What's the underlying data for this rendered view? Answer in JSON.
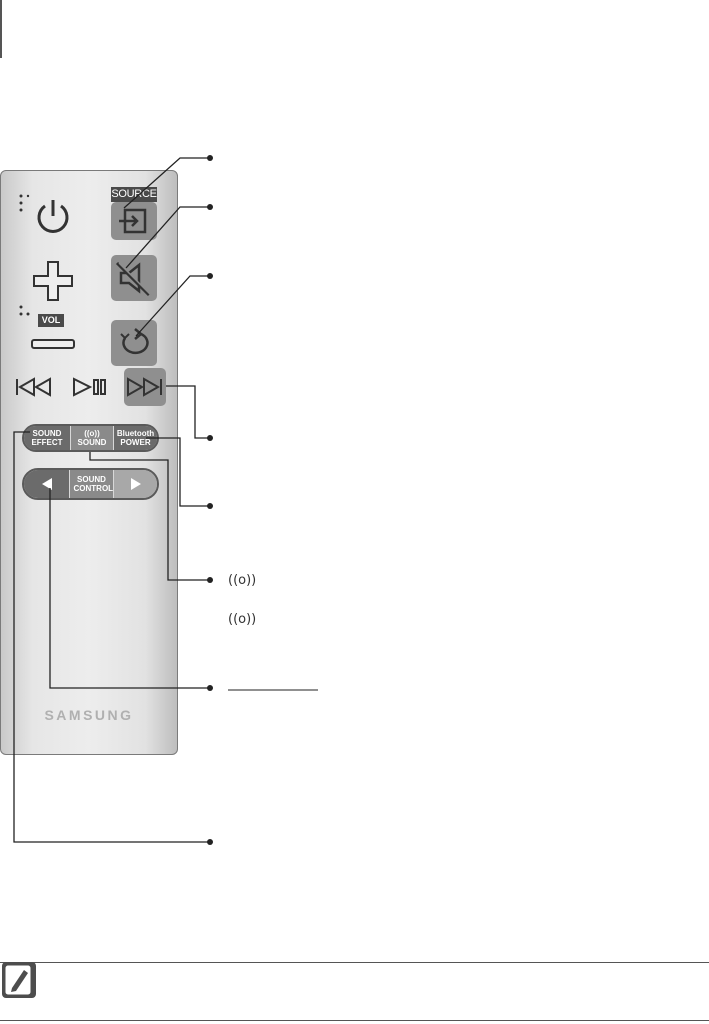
{
  "remote": {
    "source_label": "SOURCE",
    "vol_label": "VOL",
    "sound_effect_label": "SOUND EFFECT",
    "sound_label_icon": "((o))",
    "sound_label": "SOUND",
    "bluetooth_label": "Bluetooth",
    "power_label": "POWER",
    "sound_control_label": "SOUND CONTROL",
    "brand": "SAMSUNG"
  },
  "callouts": {
    "surround_symbol_1": "((o))",
    "surround_symbol_2": "((o))"
  },
  "icons": [
    "power-icon",
    "source-icon",
    "mute-icon",
    "repeat-icon",
    "volume-up-icon",
    "volume-down-icon",
    "skip-back-icon",
    "play-pause-icon",
    "skip-forward-icon",
    "left-arrow-icon",
    "right-arrow-icon",
    "note-pencil-icon"
  ]
}
